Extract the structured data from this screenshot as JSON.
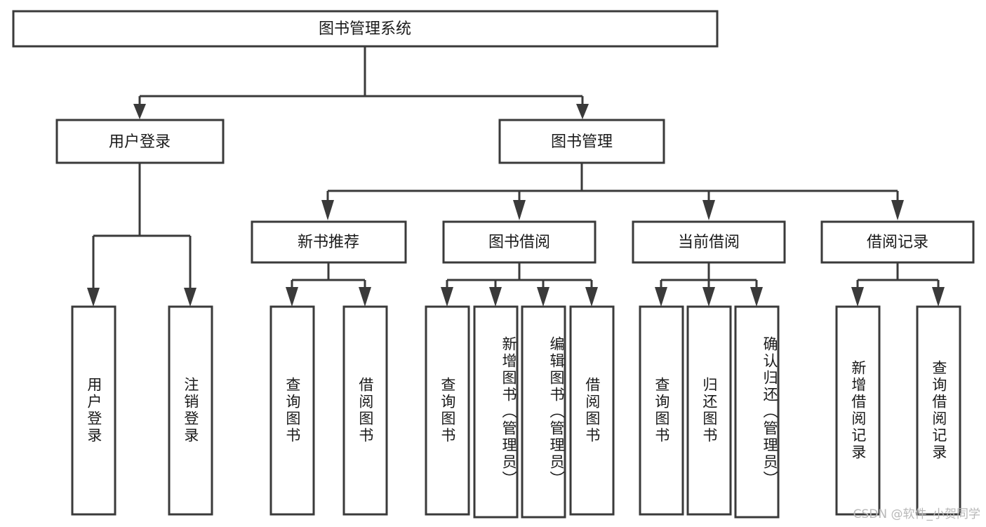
{
  "diagram": {
    "type": "tree-hierarchy",
    "title": "图书管理系统",
    "watermark": "CSDN @软件_小贺同学",
    "colors": {
      "box_stroke": "#3a3a3a",
      "box_fill": "#ffffff",
      "text": "#1a1a1a",
      "background": "#ffffff",
      "watermark": "#b8b8b8"
    },
    "root": {
      "label": "图书管理系统"
    },
    "level2": [
      {
        "label": "用户登录"
      },
      {
        "label": "图书管理"
      }
    ],
    "level3": [
      {
        "label": "新书推荐"
      },
      {
        "label": "图书借阅"
      },
      {
        "label": "当前借阅"
      },
      {
        "label": "借阅记录"
      }
    ],
    "leaves": {
      "user_login": [
        {
          "label": "用户登录"
        },
        {
          "label": "注销登录"
        }
      ],
      "new_book_recommend": [
        {
          "label": "查询图书"
        },
        {
          "label": "借阅图书"
        }
      ],
      "book_borrow": [
        {
          "label": "查询图书"
        },
        {
          "label": "新增图书（管理员）"
        },
        {
          "label": "编辑图书（管理员）"
        },
        {
          "label": "借阅图书"
        }
      ],
      "current_borrow": [
        {
          "label": "查询图书"
        },
        {
          "label": "归还图书"
        },
        {
          "label": "确认归还（管理员）"
        }
      ],
      "borrow_record": [
        {
          "label": "新增借阅记录"
        },
        {
          "label": "查询借阅记录"
        }
      ]
    }
  }
}
